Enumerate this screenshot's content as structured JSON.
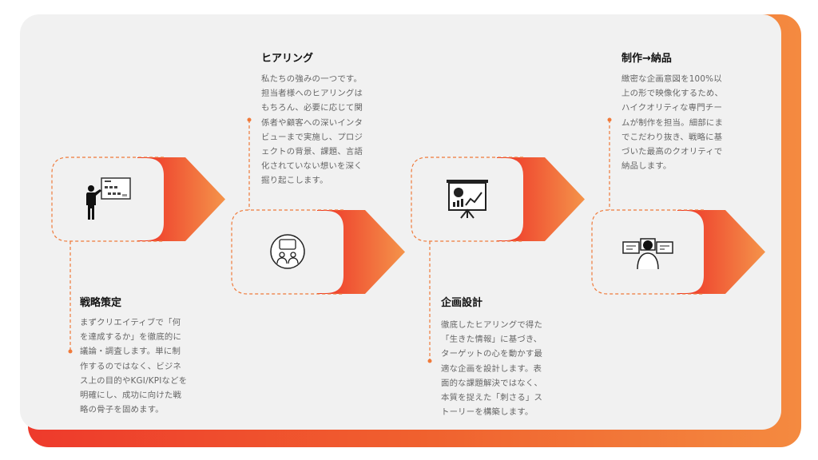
{
  "colors": {
    "accent_start": "#ee3a2c",
    "accent_end": "#f4944a",
    "dash": "#f07a3a",
    "panel": "#f1f1f1"
  },
  "steps": [
    {
      "title": "戦略策定",
      "icon": "presenter-whiteboard-icon",
      "lines": [
        "まずクリエイティブで「何",
        "を達成するか」を徹底的に",
        "議論・調査します。単に制",
        "作するのではなく、ビジネ",
        "ス上の目的やKGI/KPIなどを",
        "明確にし、成功に向けた戦",
        "略の骨子を固めます。"
      ]
    },
    {
      "title": "ヒアリング",
      "icon": "meeting-discussion-icon",
      "lines": [
        "私たちの強みの一つです。",
        "担当者様へのヒアリングは",
        "もちろん、必要に応じて関",
        "係者や顧客への深いインタ",
        "ビューまで実施し、プロジ",
        "ェクトの背景、課題、言語",
        "化されていない想いを深く",
        "掘り起こします。"
      ]
    },
    {
      "title": "企画設計",
      "icon": "presentation-chart-icon",
      "lines": [
        "徹底したヒアリングで得た",
        "「生きた情報」に基づき、",
        "ターゲットの心を動かす最",
        "適な企画を設計します。表",
        "面的な課題解決ではなく、",
        "本質を捉えた「刺さる」ス",
        "トーリーを構築します。"
      ]
    },
    {
      "title": "制作→納品",
      "icon": "editor-workstation-icon",
      "lines": [
        "緻密な企画意図を100%以",
        "上の形で映像化するため、",
        "ハイクオリティな専門チー",
        "ムが制作を担当。細部にま",
        "でこだわり抜き、戦略に基",
        "づいた最高のクオリティで",
        "納品します。"
      ]
    }
  ]
}
